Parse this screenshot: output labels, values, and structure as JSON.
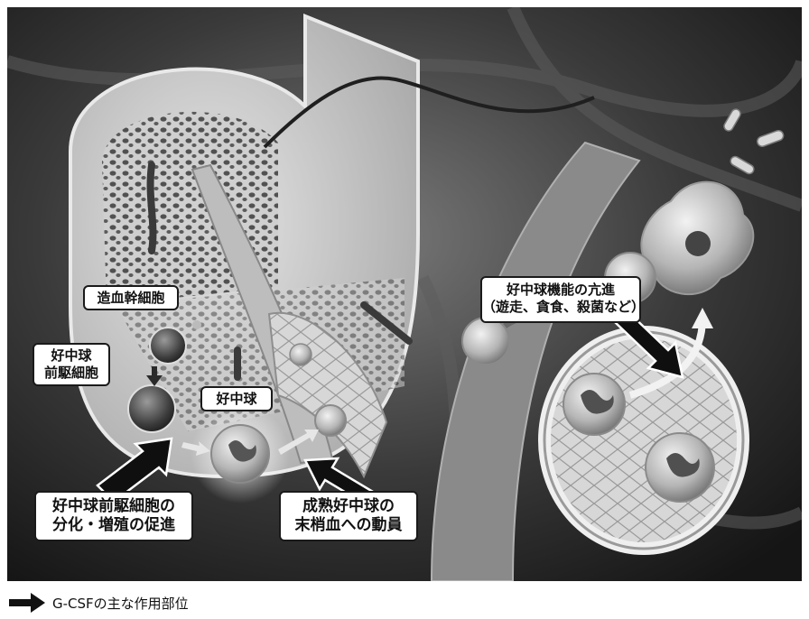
{
  "labels": {
    "hsc": "造血幹細胞",
    "precursor_line1": "好中球",
    "precursor_line2": "前駆細胞",
    "neutrophil": "好中球",
    "step1_line1": "好中球前駆細胞の",
    "step1_line2": "分化・増殖の促進",
    "step2_line1": "成熟好中球の",
    "step2_line2": "末梢血への動員",
    "step3_line1": "好中球機能の亢進",
    "step3_line2": "（遊走、貪食、殺菌など）"
  },
  "legend": {
    "icon": "black-arrow-icon",
    "text": "G-CSFの主な作用部位"
  },
  "colors": {
    "background": "#ffffff",
    "illustration_dark": "#2b2b2b",
    "tissue_light": "#dcdcdc",
    "arrow": "#111111",
    "callout_border": "#1a1a1a"
  }
}
